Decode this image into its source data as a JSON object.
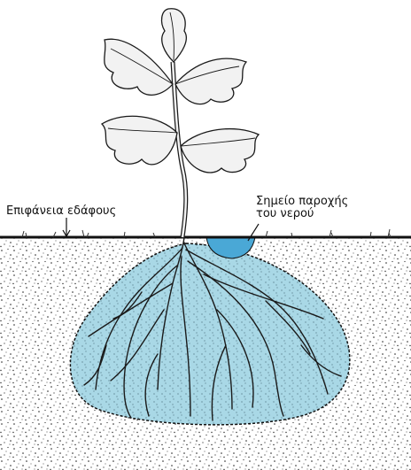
{
  "labels": {
    "soil_surface": "Επιφάνεια εδάφους",
    "water_point_line1": "Σημείο παροχής",
    "water_point_line2": "του νερού"
  },
  "colors": {
    "wet_zone": "#a9d8e6",
    "water_source": "#4aa8d6",
    "soil_speckle": "#222222",
    "plant_outline": "#1a1a1a",
    "leaf_fill": "#f2f2f2",
    "roots": "#1a1a1a"
  },
  "icons": [
    "plant-illustration",
    "roots-illustration",
    "water-drop-zone"
  ]
}
